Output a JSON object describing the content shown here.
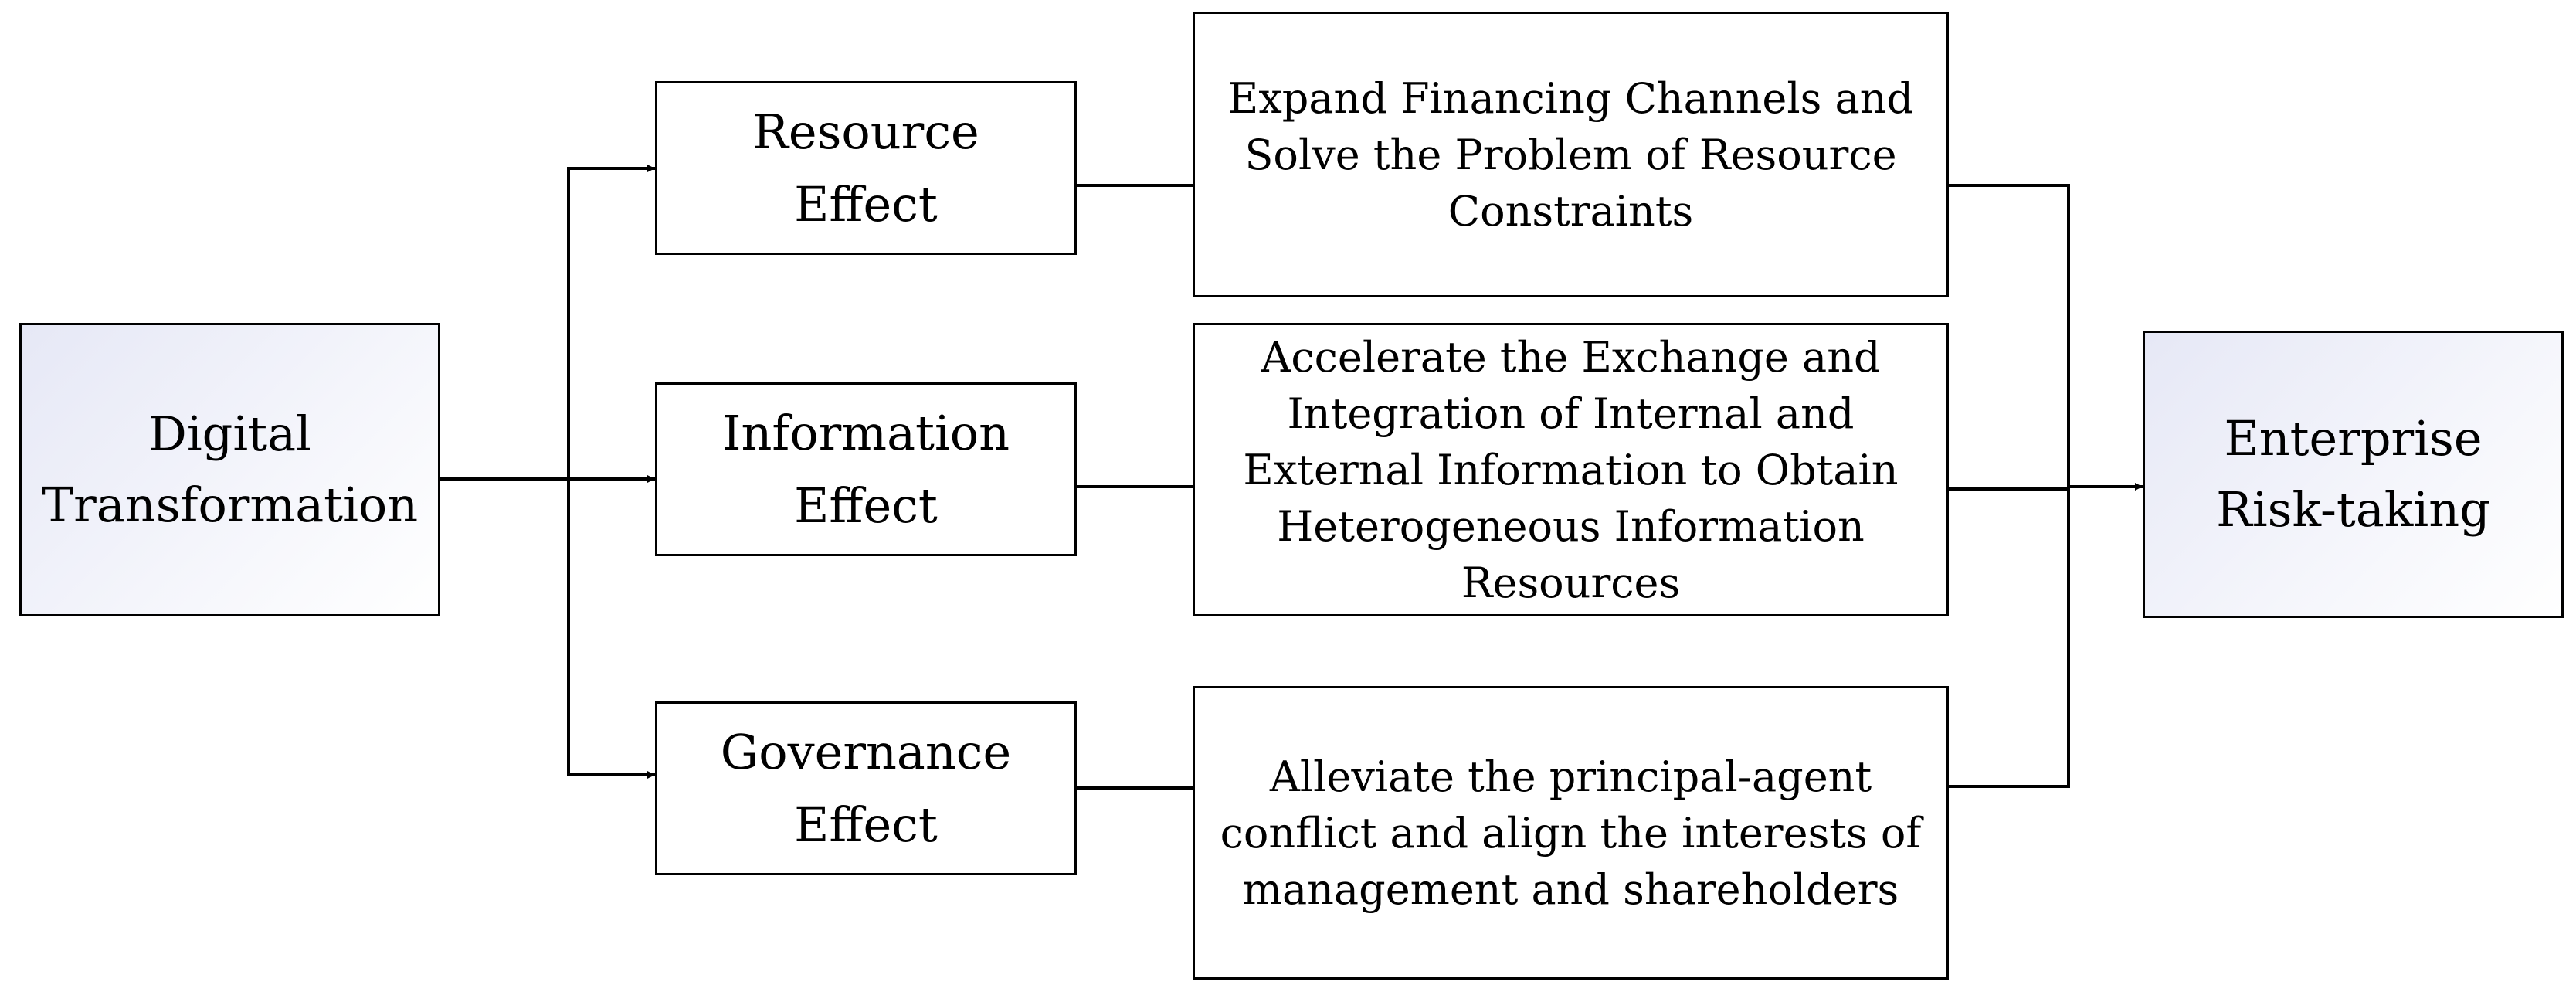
{
  "source": {
    "lines": [
      "Digital",
      "Transformation"
    ]
  },
  "target": {
    "lines": [
      "Enterprise",
      "Risk-taking"
    ]
  },
  "effects": [
    {
      "lines": [
        "Resource",
        "Effect"
      ],
      "detail": [
        "Expand Financing Channels and",
        "Solve the Problem of Resource",
        "Constraints"
      ]
    },
    {
      "lines": [
        "Information",
        "Effect"
      ],
      "detail": [
        "Accelerate the Exchange and",
        "Integration of Internal and",
        "External Information to Obtain",
        "Heterogeneous Information",
        "Resources"
      ]
    },
    {
      "lines": [
        "Governance",
        "Effect"
      ],
      "detail": [
        "Alleviate the principal-agent",
        "conflict and align the interests of",
        "management and shareholders"
      ]
    }
  ],
  "colors": {
    "line": "#000000",
    "endpoint_fill_start": "#e6e8f6",
    "endpoint_fill_end": "#ffffff"
  }
}
